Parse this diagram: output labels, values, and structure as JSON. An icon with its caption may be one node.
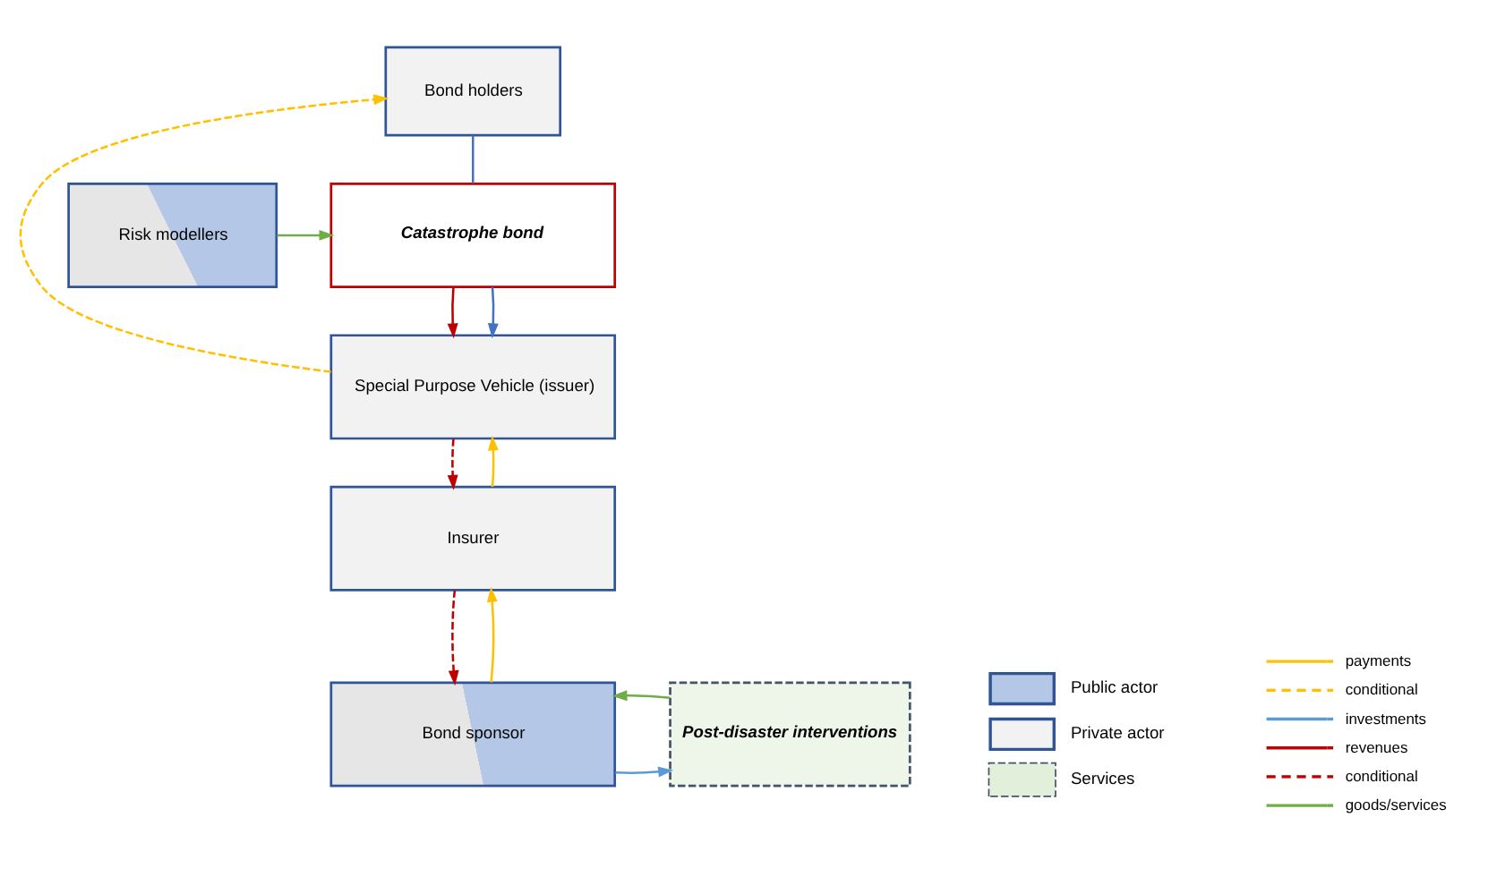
{
  "diagram": {
    "nodes": [
      {
        "text": [
          "Bond holders"
        ]
      },
      {
        "text": [
          "Catastrophe bond"
        ]
      },
      {
        "text": [
          "Risk modellers"
        ]
      },
      {
        "text": [
          "Special Purpose Vehicle (issuer)"
        ]
      },
      {
        "text": [
          "Insurer"
        ]
      },
      {
        "text": [
          "Bond sponsor"
        ]
      },
      {
        "text": [
          "Post-disaster interventions"
        ]
      }
    ],
    "edges": [
      {
        "from": 3,
        "to": 0,
        "arrow": "to",
        "style": "dashed",
        "color": "#ffc000"
      },
      {
        "from": 0,
        "to": 1,
        "arrow": "none",
        "color": "#4472c4"
      },
      {
        "from": 2,
        "to": 1,
        "arrow": "to",
        "color": "#70ad47"
      },
      {
        "from": 1,
        "to": 3,
        "arrow": "to",
        "color": "#c00000"
      },
      {
        "from": 1,
        "to": 3,
        "arrow": "to",
        "color": "#4472c4"
      },
      {
        "from": 3,
        "to": 4,
        "arrow": "to",
        "style": "dashed",
        "color": "#c00000"
      },
      {
        "from": 4,
        "to": 3,
        "arrow": "to",
        "color": "#ffc000"
      },
      {
        "from": 4,
        "to": 5,
        "arrow": "to",
        "style": "dashed",
        "color": "#c00000"
      },
      {
        "from": 5,
        "to": 4,
        "arrow": "to",
        "color": "#ffc000"
      },
      {
        "from": 5,
        "to": 6,
        "arrow": "to",
        "color": "#5b9bd5"
      },
      {
        "from": 6,
        "to": 5,
        "arrow": "to",
        "color": "#70ad47"
      }
    ],
    "legend": [
      {
        "text": "Public actor",
        "color": "#b4c7e7"
      },
      {
        "text": "Private actor",
        "color": "#f2f2f2"
      },
      {
        "text": "Services"
      },
      {
        "text": "payments"
      },
      {
        "text": "conditional"
      },
      {
        "text": "investments"
      },
      {
        "text": "revenues"
      },
      {
        "text": "conditional"
      },
      {
        "text": "goods/services"
      }
    ]
  }
}
